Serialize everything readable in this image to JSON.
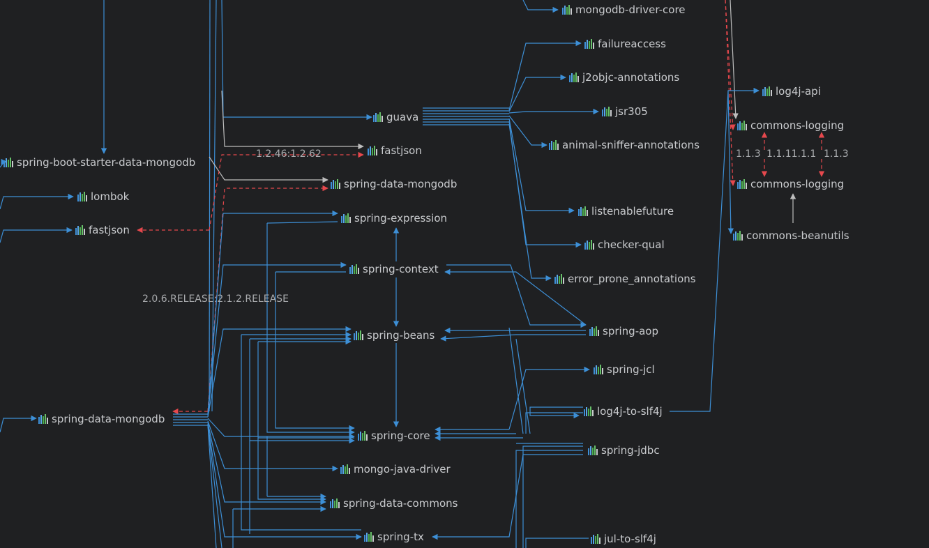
{
  "nodes": {
    "mongodb_driver_core": "mongodb-driver-core",
    "failureaccess": "failureaccess",
    "j2objc_annotations": "j2objc-annotations",
    "log4j_api": "log4j-api",
    "jsr305": "jsr305",
    "guava": "guava",
    "commons_logging_1": "commons-logging",
    "animal_sniffer_annotations": "animal-sniffer-annotations",
    "fastjson_mid": "fastjson",
    "spring_boot_starter_data_mongodb": "spring-boot-starter-data-mongodb",
    "commons_logging_2": "commons-logging",
    "spring_data_mongodb_top": "spring-data-mongodb",
    "lombok": "lombok",
    "listenablefuture": "listenablefuture",
    "spring_expression": "spring-expression",
    "fastjson_left": "fastjson",
    "commons_beanutils": "commons-beanutils",
    "checker_qual": "checker-qual",
    "spring_context": "spring-context",
    "error_prone_annotations": "error_prone_annotations",
    "spring_aop": "spring-aop",
    "spring_beans": "spring-beans",
    "spring_jcl": "spring-jcl",
    "log4j_to_slf4j": "log4j-to-slf4j",
    "spring_data_mongodb_main": "spring-data-mongodb",
    "spring_core": "spring-core",
    "spring_jdbc": "spring-jdbc",
    "mongo_java_driver": "mongo-java-driver",
    "spring_data_commons": "spring-data-commons",
    "spring_tx": "spring-tx",
    "jul_to_slf4j": "jul-to-slf4j"
  },
  "conflicts": {
    "fastjson": "1.2.46:1.2.62",
    "spring_data_mongodb": "2.0.6.RELEASE:2.1.2.RELEASE",
    "commons_logging_a": "1.1.3",
    "commons_logging_b": "1.1.11.1.1",
    "commons_logging_c": "1.1.3"
  },
  "colors": {
    "background": "#1f2022",
    "edge": "#3d8fd6",
    "conflict_edge": "#e5484d",
    "highlight_edge": "#bdbdbd",
    "text": "#c8cacd"
  },
  "icons": {
    "node_icon": "maven-artifact-icon"
  }
}
